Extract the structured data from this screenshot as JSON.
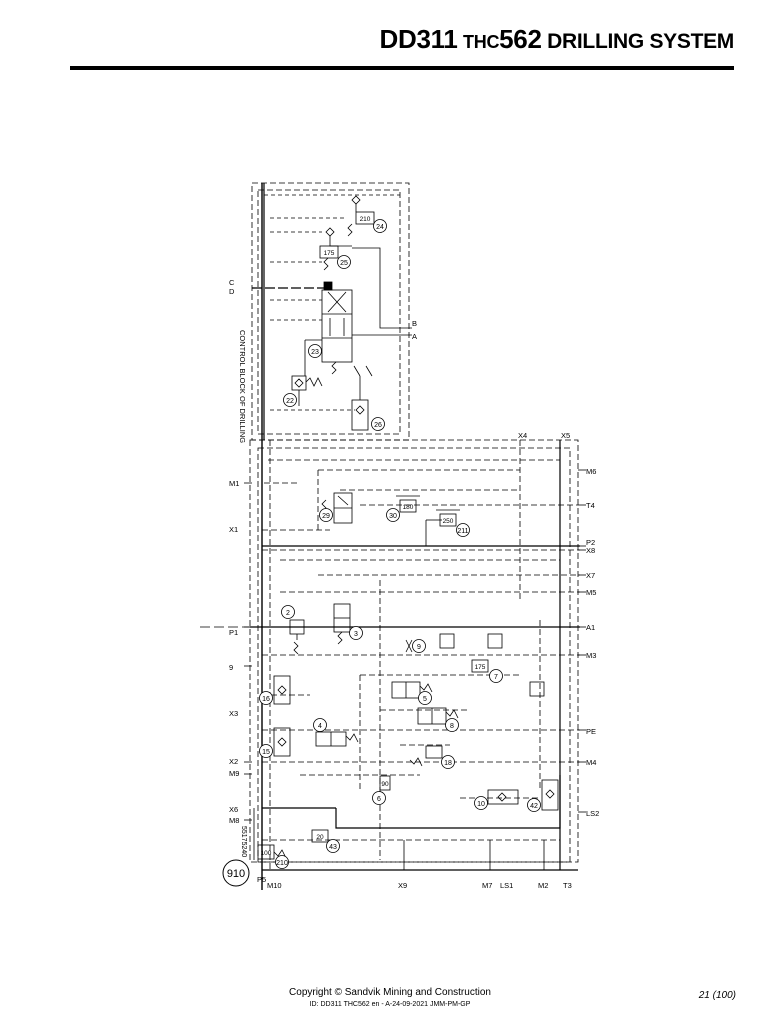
{
  "header": {
    "prefix_small": "DD",
    "model": "311",
    "mid_small": "THC",
    "model2": "562",
    "suffix": " DRILLING SYSTEM"
  },
  "diagram": {
    "block_label": "CONTROL BLOCK OF DRILLING",
    "part_number": "55175240",
    "ports": {
      "C": "C",
      "D": "D",
      "B": "B",
      "A": "A",
      "X4": "X4",
      "X5": "X5",
      "M6": "M6",
      "T4": "T4",
      "P2": "P2",
      "X8": "X8",
      "X7": "X7",
      "M5": "M5",
      "A1": "A1",
      "M3": "M3",
      "PE": "PE",
      "M4": "M4",
      "LS2": "LS2",
      "M1": "M1",
      "X1": "X1",
      "P1": "P1",
      "p9": "9",
      "X3": "X3",
      "X2": "X2",
      "M9": "M9",
      "X6": "X6",
      "M8": "M8",
      "P5": "P5",
      "M10": "M10",
      "X9": "X9",
      "M7": "M7",
      "LS1": "LS1",
      "M2": "M2",
      "T3": "T3"
    },
    "components": {
      "c24": "24",
      "c25": "25",
      "c23": "23",
      "c22": "22",
      "c26": "26",
      "c29": "29",
      "c30": "30",
      "c211": "211",
      "c2": "2",
      "c3": "3",
      "c9": "9",
      "c7": "7",
      "c16": "16",
      "c5": "5",
      "c8": "8",
      "c4": "4",
      "c15": "15",
      "c18": "18",
      "c6": "6",
      "c10": "10",
      "c42": "42",
      "c43": "43",
      "c210": "210"
    },
    "pressures": {
      "p210": "210",
      "p175a": "175",
      "p180": "180",
      "p250": "250",
      "p175b": "175",
      "p90": "90",
      "p20": "20",
      "p100": "100"
    },
    "callout": "910"
  },
  "footer": {
    "copyright": "Copyright © Sandvik Mining and Construction",
    "doc_id": "ID: DD311 THC562 en - A-24-09-2021 JMM-PM-GP",
    "page": "21 (100)"
  }
}
